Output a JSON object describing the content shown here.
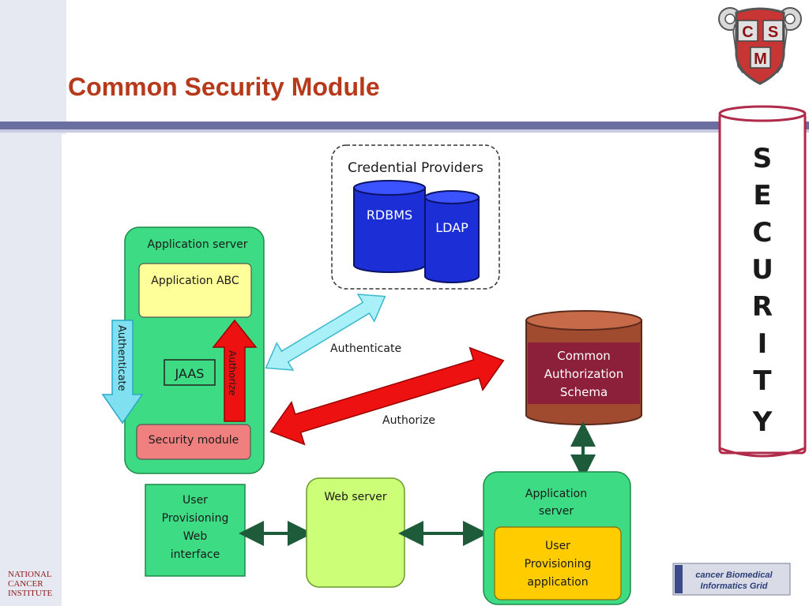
{
  "slide": {
    "title": "Common Security Module"
  },
  "logo": {
    "letters": [
      "C",
      "S",
      "M"
    ]
  },
  "security_pillar": {
    "letters": [
      "S",
      "E",
      "C",
      "U",
      "R",
      "I",
      "T",
      "Y"
    ]
  },
  "diagram": {
    "credential_providers": {
      "title": "Credential Providers",
      "rdbms": "RDBMS",
      "ldap": "LDAP"
    },
    "application_server_left": {
      "title": "Application server",
      "application_abc": "Application ABC",
      "jaas": "JAAS",
      "authenticate_vertical": "Authenticate",
      "authorize_vertical": "Authorize",
      "security_module": "Security module"
    },
    "arrow_authenticate": "Authenticate",
    "arrow_authorize": "Authorize",
    "authorization_schema": {
      "line1": "Common",
      "line2": "Authorization",
      "line3": "Schema"
    },
    "user_provisioning_web": {
      "line1": "User",
      "line2": "Provisioning",
      "line3": "Web",
      "line4": "interface"
    },
    "web_server": "Web server",
    "application_server_right": {
      "line1": "Application",
      "line2": "server",
      "app_line1": "User",
      "app_line2": "Provisioning",
      "app_line3": "application"
    }
  },
  "footer": {
    "nci_line1": "NATIONAL",
    "nci_line2": "CANCER",
    "nci_line3": "INSTITUTE",
    "cabig_line1": "cancer Biomedical",
    "cabig_line2": "Informatics Grid"
  },
  "colors": {
    "title": "#b5391a",
    "green_box": "#3ddc84",
    "yellow_box": "#ffff99",
    "pink_box": "#f08080",
    "cylinder_blue": "#1c2fd6",
    "schema_brown": "#a04a30",
    "arrow_red": "#ee1111",
    "arrow_cyan": "#aaf0f8"
  }
}
